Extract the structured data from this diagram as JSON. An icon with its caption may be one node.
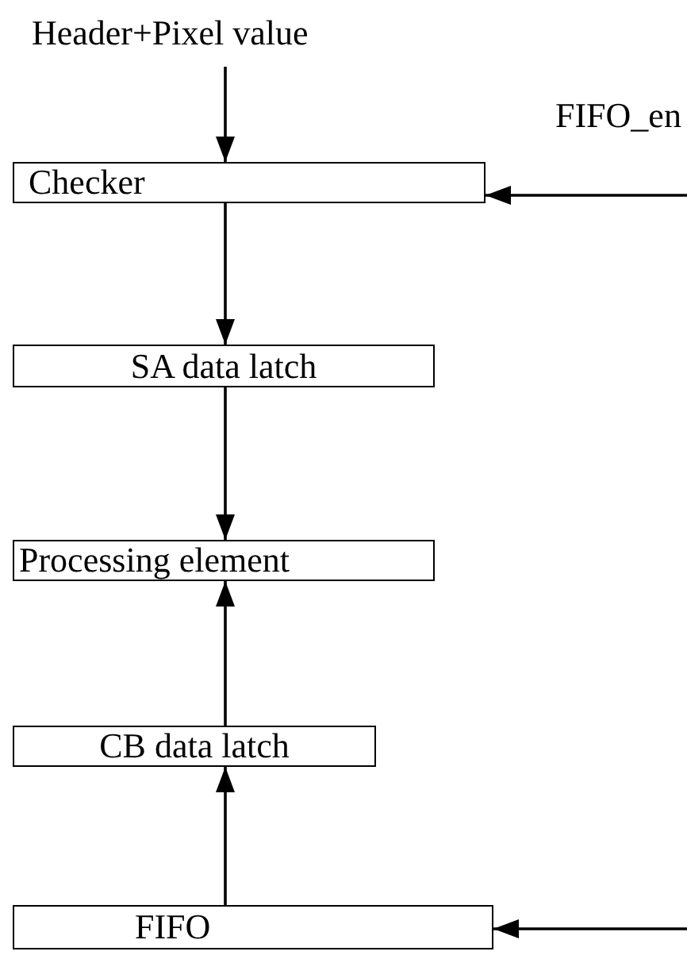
{
  "diagram": {
    "nodes": [
      {
        "text": [
          "Header+Pixel value"
        ]
      },
      {
        "text": [
          "Checker"
        ]
      },
      {
        "text": [
          "SA data latch"
        ]
      },
      {
        "text": [
          "Processing element"
        ]
      },
      {
        "text": [
          "CB data latch"
        ]
      },
      {
        "text": [
          "FIFO"
        ]
      }
    ],
    "edges": [
      {
        "from": 0,
        "to": 1,
        "arrow": "to"
      },
      {
        "from": null,
        "to": 1,
        "arrow": "to",
        "label": "FIFO_en"
      },
      {
        "from": 1,
        "to": 2,
        "arrow": "to"
      },
      {
        "from": 2,
        "to": 3,
        "arrow": "to"
      },
      {
        "from": 4,
        "to": 3,
        "arrow": "to"
      },
      {
        "from": 5,
        "to": 4,
        "arrow": "to"
      },
      {
        "from": null,
        "to": 5,
        "arrow": "to"
      }
    ]
  }
}
